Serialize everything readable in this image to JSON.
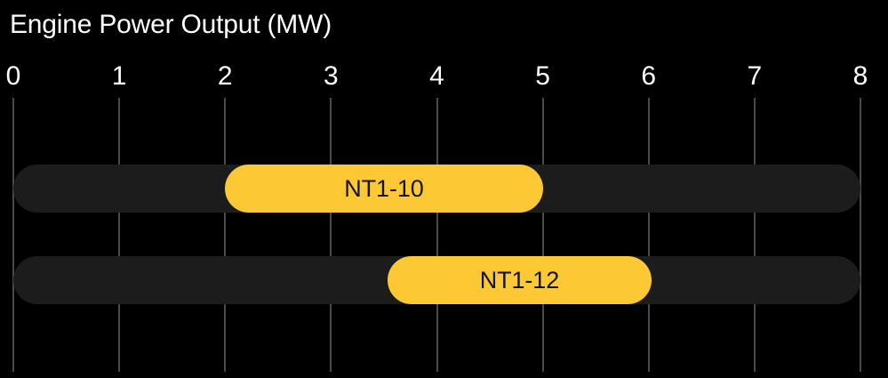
{
  "chart_data": {
    "type": "bar",
    "orientation": "horizontal",
    "title": "Engine Power Output (MW)",
    "xlabel": "",
    "ylabel": "",
    "xlim": [
      0,
      8
    ],
    "xticks": [
      "0",
      "1",
      "2",
      "3",
      "4",
      "5",
      "6",
      "7",
      "8"
    ],
    "grid": true,
    "legend": false,
    "categories": [
      "NT1-10",
      "NT1-12"
    ],
    "bars": [
      {
        "label": "NT1-10",
        "start": 2.0,
        "end": 5.0,
        "value": 3.0
      },
      {
        "label": "NT1-12",
        "start": 3.53,
        "end": 6.03,
        "value": 2.5
      }
    ],
    "colors": {
      "background": "#000000",
      "bar_fill": "#FCC934",
      "bar_track": "#1C1C1C",
      "bar_label_text": "#141414",
      "gridline": "#4A4A4A",
      "axis_text": "#FFFFFF",
      "title_text": "#FFFFFF"
    }
  }
}
